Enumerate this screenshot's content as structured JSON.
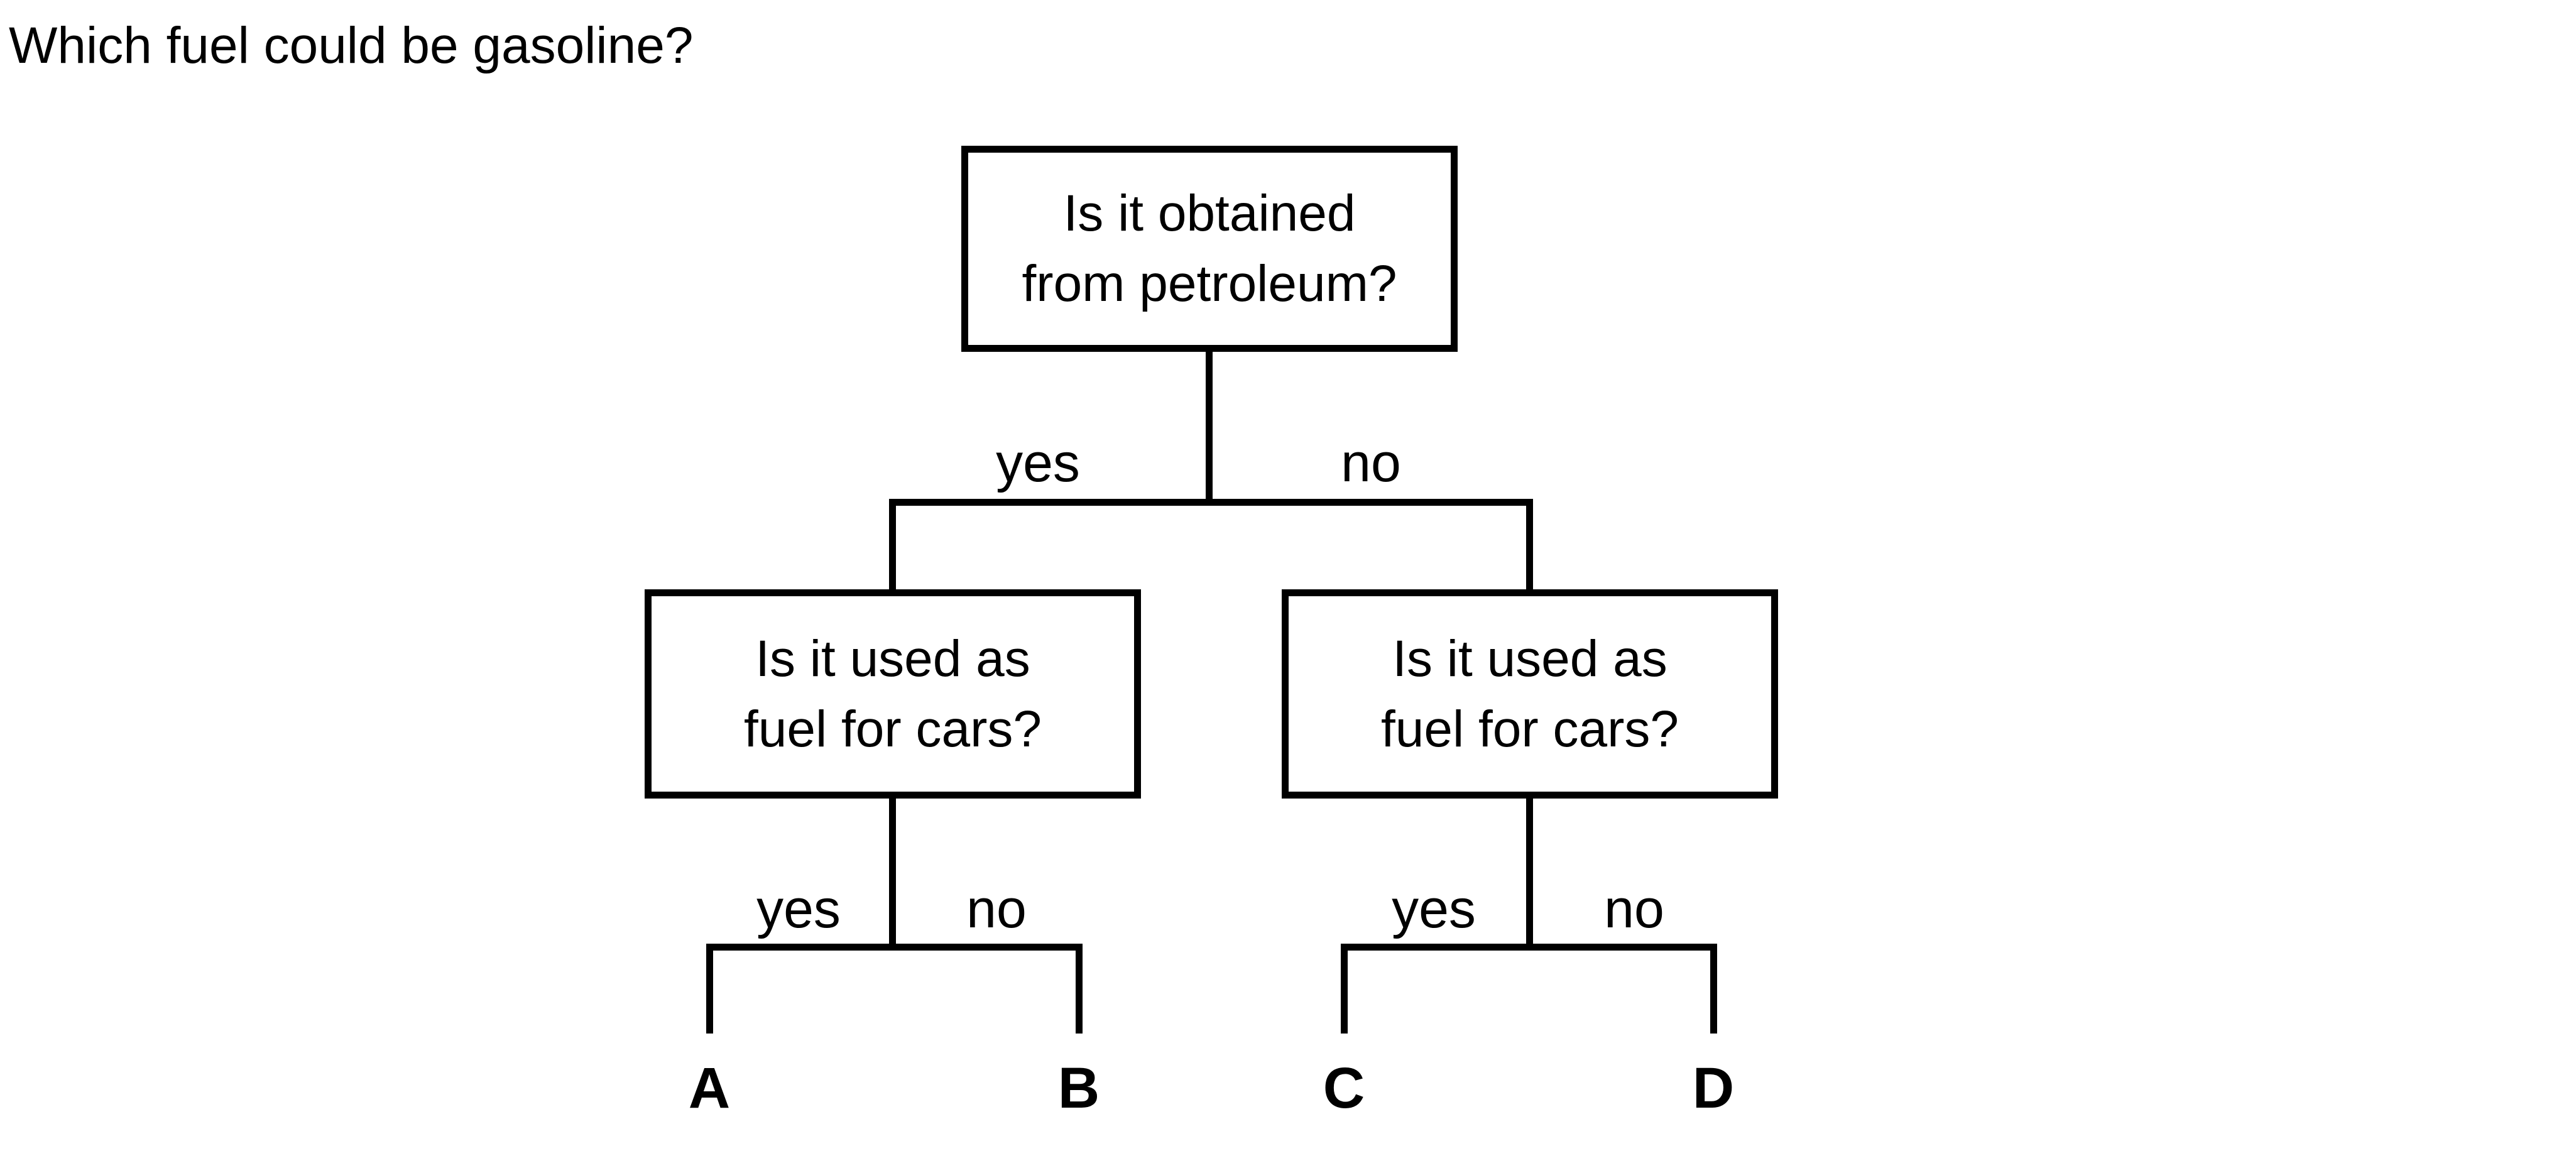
{
  "title": "Which fuel could be gasoline?",
  "colors": {
    "ink": "#000000",
    "background": "#ffffff"
  },
  "tree": {
    "root": {
      "line1": "Is it obtained",
      "line2": "from petroleum?"
    },
    "left": {
      "line1": "Is it used as",
      "line2": "fuel for cars?"
    },
    "right": {
      "line1": "Is it used as",
      "line2": "fuel for cars?"
    },
    "branches": {
      "root": {
        "yes": "yes",
        "no": "no"
      },
      "left": {
        "yes": "yes",
        "no": "no"
      },
      "right": {
        "yes": "yes",
        "no": "no"
      }
    },
    "outcomes": {
      "a": "A",
      "b": "B",
      "c": "C",
      "d": "D"
    }
  }
}
